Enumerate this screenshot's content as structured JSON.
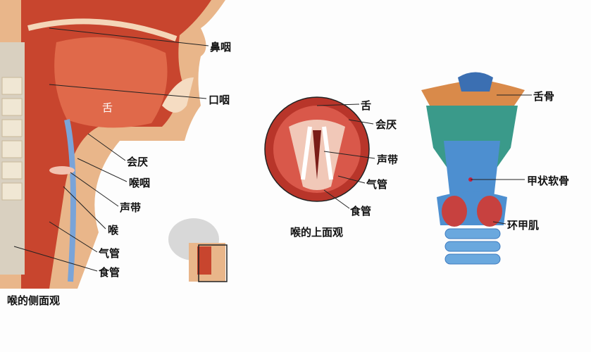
{
  "side_view": {
    "caption": "喉的侧面观",
    "labels": {
      "nasopharynx": "鼻咽",
      "oropharynx": "口咽",
      "tongue": "舌",
      "epiglottis": "会厌",
      "laryngopharynx": "喉咽",
      "vocal_cords": "声带",
      "larynx": "喉",
      "trachea": "气管",
      "esophagus": "食管"
    }
  },
  "top_view": {
    "caption": "喉的上面观",
    "labels": {
      "tongue": "舌",
      "epiglottis": "会厌",
      "vocal_cords": "声带",
      "trachea": "气管",
      "esophagus": "食管"
    }
  },
  "front_view": {
    "labels": {
      "hyoid": "舌骨",
      "thyroid_cartilage": "甲状软骨",
      "cricothyroid": "环甲肌"
    }
  },
  "colors": {
    "tissue": "#c8452e",
    "flesh": "#e9b68a",
    "cartilage_blue": "#4d8fd0",
    "teal": "#3a9a8a",
    "muscle": "#c7413f"
  }
}
